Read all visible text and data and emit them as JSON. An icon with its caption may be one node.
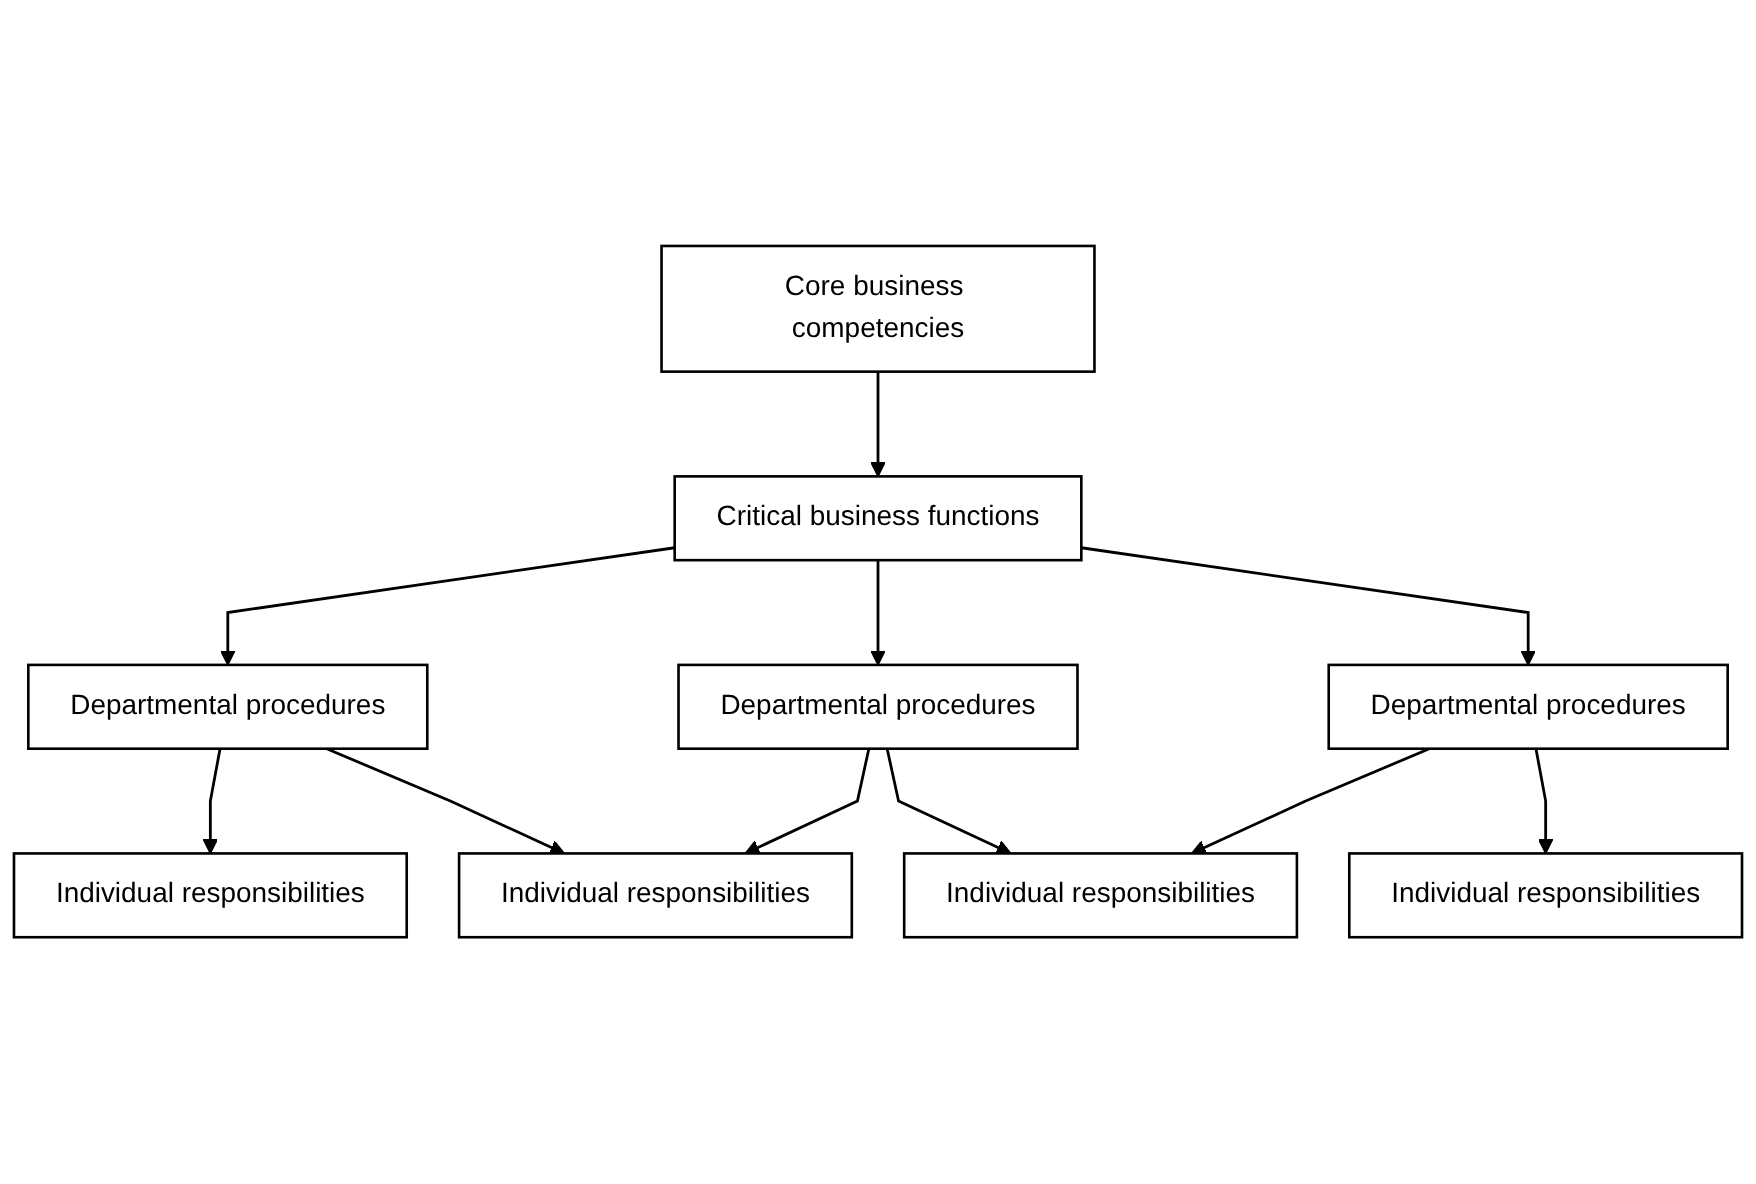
{
  "diagram": {
    "nodes": [
      {
        "text": [
          "Core business competencies"
        ]
      },
      {
        "text": [
          "Critical business functions"
        ]
      },
      {
        "text": [
          "Departmental procedures"
        ]
      },
      {
        "text": [
          "Departmental procedures"
        ]
      },
      {
        "text": [
          "Departmental procedures"
        ]
      },
      {
        "text": [
          "Individual responsibilities"
        ]
      },
      {
        "text": [
          "Individual responsibilities"
        ]
      },
      {
        "text": [
          "Individual responsibilities"
        ]
      },
      {
        "text": [
          "Individual responsibilities"
        ]
      }
    ],
    "edges": [
      {
        "from": 0,
        "to": 1,
        "arrow": "to"
      },
      {
        "from": 1,
        "to": 2,
        "arrow": "to"
      },
      {
        "from": 1,
        "to": 3,
        "arrow": "to"
      },
      {
        "from": 1,
        "to": 4,
        "arrow": "to"
      },
      {
        "from": 2,
        "to": 5,
        "arrow": "to"
      },
      {
        "from": 2,
        "to": 6,
        "arrow": "to"
      },
      {
        "from": 3,
        "to": 6,
        "arrow": "to"
      },
      {
        "from": 3,
        "to": 7,
        "arrow": "to"
      },
      {
        "from": 4,
        "to": 7,
        "arrow": "to"
      },
      {
        "from": 4,
        "to": 8,
        "arrow": "to"
      }
    ]
  }
}
